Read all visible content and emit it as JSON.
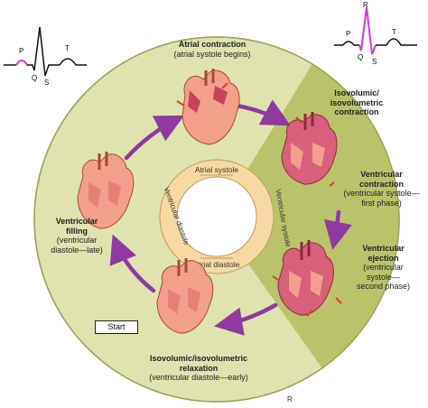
{
  "stages": {
    "atrial_contraction": {
      "title": "Atrial contraction",
      "subtitle": "(atrial systole begins)"
    },
    "isovolumic_contraction": {
      "title_line1": "Isovolumic/",
      "title_line2": "isovolumetric",
      "title_line3": "contraction"
    },
    "ventricular_contraction": {
      "title_line1": "Ventricular",
      "title_line2": "contraction",
      "sub_line1": "(ventricular systole—",
      "sub_line2": "first phase)"
    },
    "ventricular_ejection": {
      "title_line1": "Ventricular",
      "title_line2": "ejection",
      "sub_line1": "(ventricular",
      "sub_line2": "systole—",
      "sub_line3": "second phase)"
    },
    "isovolumic_relaxation": {
      "title_line1": "Isovolumic/isovolumetric",
      "title_line2": "relaxation",
      "subtitle": "(ventricular diastole—early)"
    },
    "ventricular_filling": {
      "title_line1": "Ventricular",
      "title_line2": "filling",
      "sub_line1": "(ventricular",
      "sub_line2": "diastole—late)"
    }
  },
  "ring": {
    "atrial_systole": "Atrial systole",
    "atrial_diastole": "Atrial diastole",
    "ventricular_diastole": "Ventricular diastole",
    "ventricular_systole": "Ventricular systole"
  },
  "start_label": "Start",
  "ecg_left": {
    "p": "P",
    "q": "Q",
    "s": "S",
    "t": "T"
  },
  "ecg_right": {
    "r": "R",
    "p": "P",
    "q": "Q",
    "s": "S",
    "t": "T"
  },
  "bottom_r": "R",
  "colors": {
    "disc": "#dfe3b0",
    "systole_zone": "#b9c46a",
    "ring": "#f7d9a3",
    "arrow": "#8e3aa0",
    "heart": "#f2a08c",
    "heart_dark": "#c9425c",
    "ecg_pink": "#d23ad8"
  }
}
